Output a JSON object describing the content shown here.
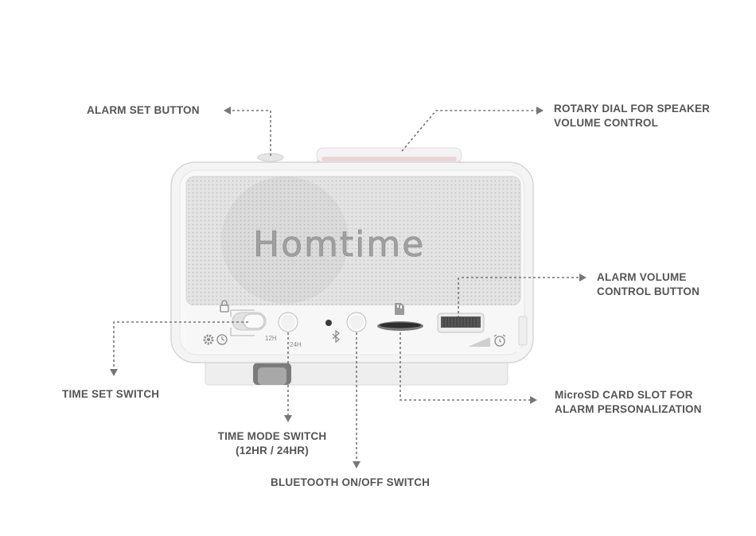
{
  "brand": {
    "wordmark": "Homtime"
  },
  "device_markings": {
    "mode_12": "12H",
    "mode_24": "24H"
  },
  "callouts": {
    "alarm_set": {
      "text": "ALARM SET BUTTON"
    },
    "rotary_dial": {
      "line1": "ROTARY DIAL FOR SPEAKER",
      "line2": "VOLUME CONTROL"
    },
    "alarm_volume": {
      "line1": "ALARM VOLUME",
      "line2": "CONTROL BUTTON"
    },
    "time_set": {
      "text": "TIME SET SWITCH"
    },
    "microsd": {
      "line1": "MicroSD CARD SLOT FOR",
      "line2": "ALARM PERSONALIZATION"
    },
    "time_mode": {
      "line1": "TIME MODE SWITCH",
      "line2": "(12HR / 24HR)"
    },
    "bluetooth": {
      "text": "BLUETOOTH ON/OFF SWITCH"
    }
  },
  "icons": [
    "lock-icon",
    "gear-icon",
    "clock-icon",
    "bluetooth-icon",
    "sd-card-icon",
    "alarm-clock-icon",
    "arrow-icon"
  ],
  "colors": {
    "label_text": "#555555",
    "leader_line": "#777777",
    "device_body": "#f2f2f2",
    "speaker_grille": "#d9d9d9",
    "wordmark": "#9a9a9a",
    "dial_accent": "#e8cfcf"
  }
}
